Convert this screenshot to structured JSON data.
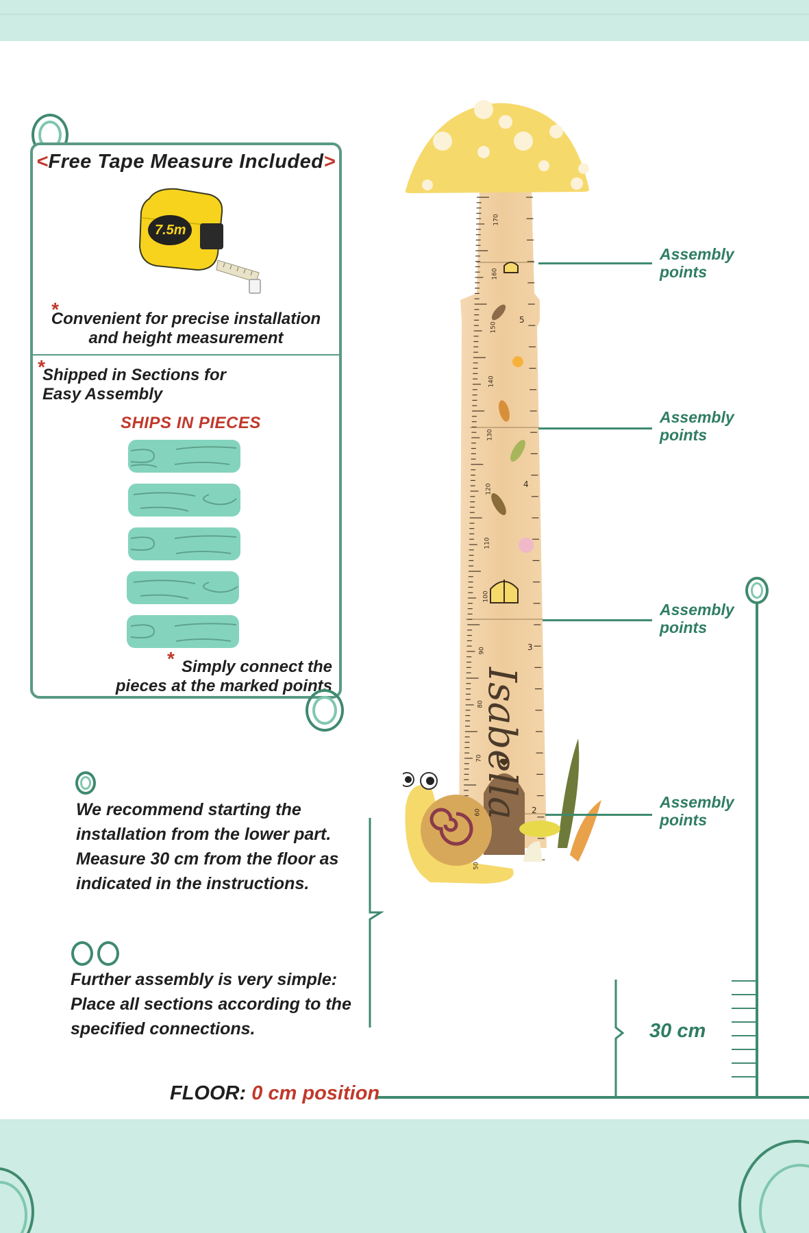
{
  "tape_box": {
    "bracket_left": "<",
    "title": "Free Tape Measure Included",
    "bracket_right": ">",
    "tape_label": "7.5m",
    "asterisk": "*",
    "convenient_line1": "Convenient for precise installation",
    "convenient_line2": "and height measurement"
  },
  "sections_box": {
    "asterisk": "*",
    "shipped_line1": "Shipped in Sections for",
    "shipped_line2": "Easy Assembly",
    "ships_label": "SHIPS IN PIECES",
    "piece_count": 5,
    "connect_line1": "Simply connect the",
    "connect_line2": "pieces at the marked points"
  },
  "assembly_points": [
    {
      "line1": "Assembly",
      "line2": "points"
    },
    {
      "line1": "Assembly",
      "line2": "points"
    },
    {
      "line1": "Assembly",
      "line2": "points"
    },
    {
      "line1": "Assembly",
      "line2": "points"
    }
  ],
  "instructions": {
    "step1": [
      "We recommend starting the",
      "installation from the lower part.",
      "Measure 30 cm from the floor as",
      "indicated in the instructions."
    ],
    "step2": [
      "Further assembly is very simple:",
      "Place all sections according to the",
      "specified connections."
    ]
  },
  "floor": {
    "label": "FLOOR:",
    "position": "0 cm position"
  },
  "height_marker": "30 cm",
  "chart": {
    "name": "Isabella",
    "cm_labels": [
      "170",
      "160",
      "150",
      "140",
      "130",
      "120",
      "110",
      "100",
      "90",
      "80",
      "70",
      "60",
      "50"
    ],
    "ft_labels": [
      "5",
      "4",
      "3",
      "2"
    ]
  },
  "colors": {
    "accent_green": "#3f8a6e",
    "mint": "#cdece3",
    "piece_mint": "#84d4bd",
    "highlight_red": "#c0392b",
    "mushroom_cap": "#f6d96b",
    "wood": "#f1d2a6"
  }
}
